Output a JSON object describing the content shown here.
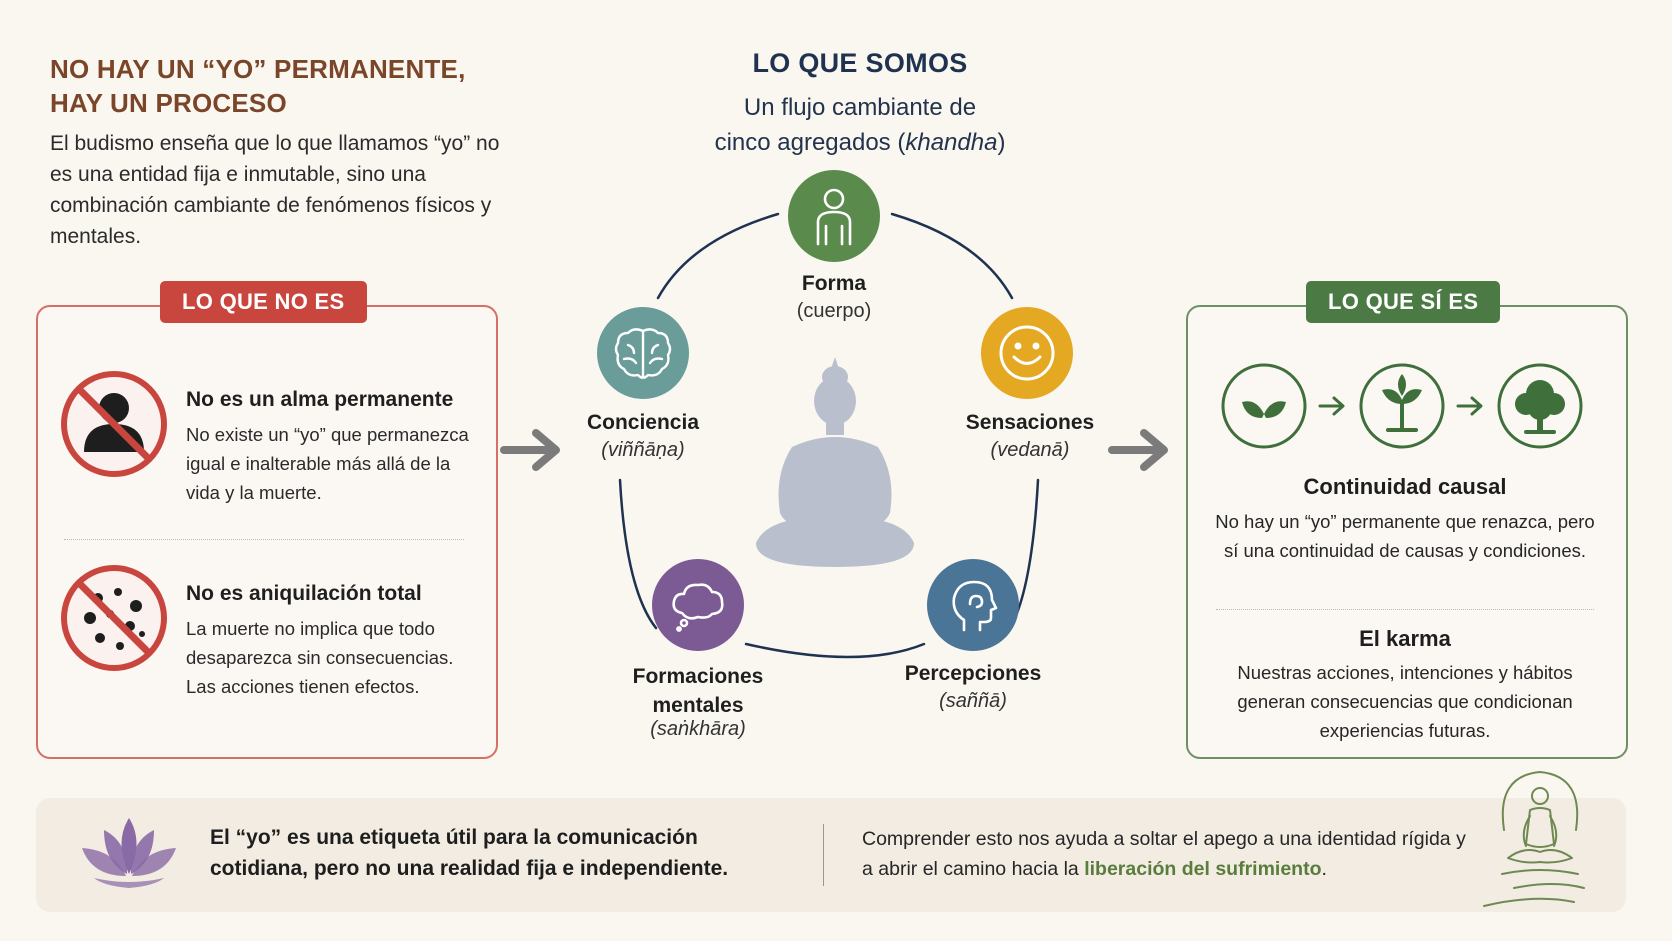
{
  "intro": {
    "title_line1": "NO HAY UN “YO” PERMANENTE,",
    "title_line2": "HAY UN PROCESO",
    "body": "El budismo enseña que lo que llamamos “yo” no es una entidad fija e inmutable, sino una combinación cambiante de fenómenos físicos y mentales."
  },
  "left_panel": {
    "tag": "LO QUE NO ES",
    "items": [
      {
        "title": "No es un alma permanente",
        "text": "No existe un “yo” que permanezca igual e inalterable más allá de la vida y la muerte.",
        "icon": "no-soul-icon"
      },
      {
        "title": "No es aniquilación total",
        "text": "La muerte no implica que todo desaparezca sin consecuencias. Las acciones tienen efectos.",
        "icon": "no-annihilation-icon"
      }
    ]
  },
  "center": {
    "title": "LO QUE SOMOS",
    "subtitle_line1": "Un flujo cambiante de",
    "subtitle_line2_prefix": "cinco agregados (",
    "subtitle_line2_italic": "khandha",
    "subtitle_line2_suffix": ")",
    "aggregates": [
      {
        "id": "forma",
        "name": "Forma",
        "sub": "(cuerpo)",
        "color": "#5b8a4d",
        "icon": "person-icon"
      },
      {
        "id": "sensaciones",
        "name": "Sensaciones",
        "sub": "(vedanā)",
        "color": "#e5a823",
        "icon": "smiley-icon"
      },
      {
        "id": "percepciones",
        "name": "Percepciones",
        "sub": "(saññā)",
        "color": "#4a7597",
        "icon": "head-profile-icon"
      },
      {
        "id": "formaciones",
        "name_line1": "Formaciones",
        "name_line2": "mentales",
        "sub": "(saṅkhāra)",
        "color": "#7c5a93",
        "icon": "thought-cloud-icon"
      },
      {
        "id": "conciencia",
        "name": "Conciencia",
        "sub": "(viññāṇa)",
        "color": "#6a9c9a",
        "icon": "brain-icon"
      }
    ]
  },
  "right_panel": {
    "tag": "LO QUE SÍ ES",
    "stages": [
      "sprout-icon",
      "plant-icon",
      "tree-icon"
    ],
    "section1_title": "Continuidad causal",
    "section1_text": "No hay un “yo” permanente que renazca, pero sí una continuidad de causas y condiciones.",
    "section2_title": "El karma",
    "section2_text": "Nuestras acciones, intenciones y hábitos generan consecuencias que condicionan experiencias futuras."
  },
  "banner": {
    "left_text": "El “yo” es una etiqueta útil para la comunicación cotidiana, pero no una realidad fija e independiente.",
    "right_text_prefix": "Comprender esto nos ayuda a soltar el apego a una identidad rígida y a abrir el camino hacia la ",
    "right_text_highlight": "liberación del sufrimiento",
    "right_text_suffix": "."
  },
  "colors": {
    "red": "#c9463f",
    "green": "#4c7a45",
    "navy": "#1f3350",
    "brown": "#7a4528",
    "lotus": "#8a6aa6"
  }
}
